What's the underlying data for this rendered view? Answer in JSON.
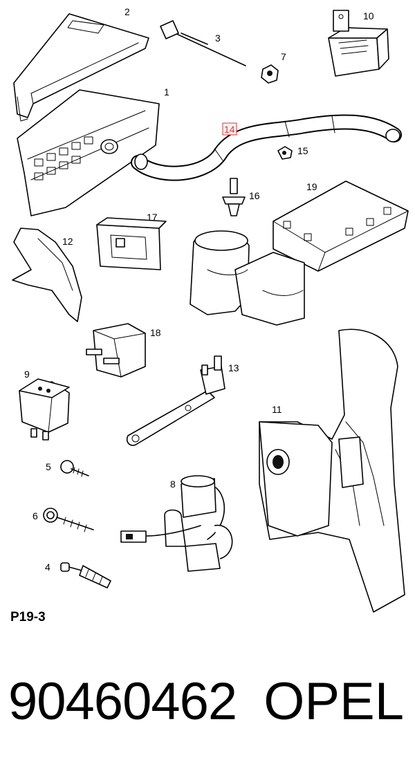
{
  "figure_code": "P19-3",
  "part_number": "90460462",
  "brand": "OPEL",
  "highlighted_callout": "14",
  "highlight_color": "#d63a3a",
  "callouts": [
    "1",
    "2",
    "3",
    "4",
    "5",
    "6",
    "7",
    "8",
    "9",
    "10",
    "11",
    "12",
    "13",
    "14",
    "15",
    "16",
    "17",
    "18",
    "19"
  ]
}
